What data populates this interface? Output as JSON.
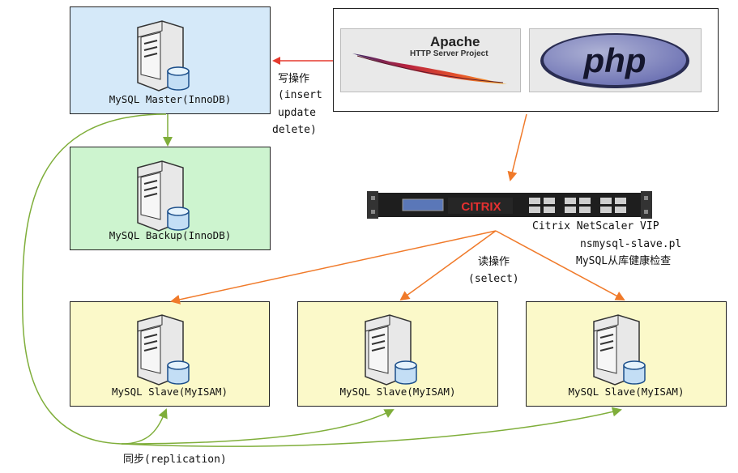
{
  "boxes": {
    "master": "MySQL Master(InnoDB)",
    "backup": "MySQL Backup(InnoDB)",
    "slave1": "MySQL Slave(MyISAM)",
    "slave2": "MySQL Slave(MyISAM)",
    "slave3": "MySQL Slave(MyISAM)"
  },
  "web": {
    "apache_title": "Apache",
    "apache_sub": "HTTP Server Project",
    "php_logo": "php"
  },
  "write_op": {
    "title": "写操作",
    "line1": "(insert",
    "line2": "update",
    "line3": "delete)"
  },
  "netscaler": {
    "brand": "CITRIX",
    "line1": "Citrix NetScaler VIP",
    "line2": "nsmysql-slave.pl",
    "line3": "MySQL从库健康检查"
  },
  "read_op": {
    "title": "读操作",
    "line1": "(select)"
  },
  "sync": "同步(replication)",
  "colors": {
    "master_bg": "#d5e9f9",
    "backup_bg": "#cdf4cf",
    "slave_bg": "#fbf9c9",
    "write_arrow": "#e53a2e",
    "read_arrow": "#f07a2a",
    "replication_line": "#7fae3a"
  },
  "icons": [
    "server-icon",
    "apache-feather-icon",
    "php-logo-icon",
    "netscaler-appliance-icon"
  ]
}
